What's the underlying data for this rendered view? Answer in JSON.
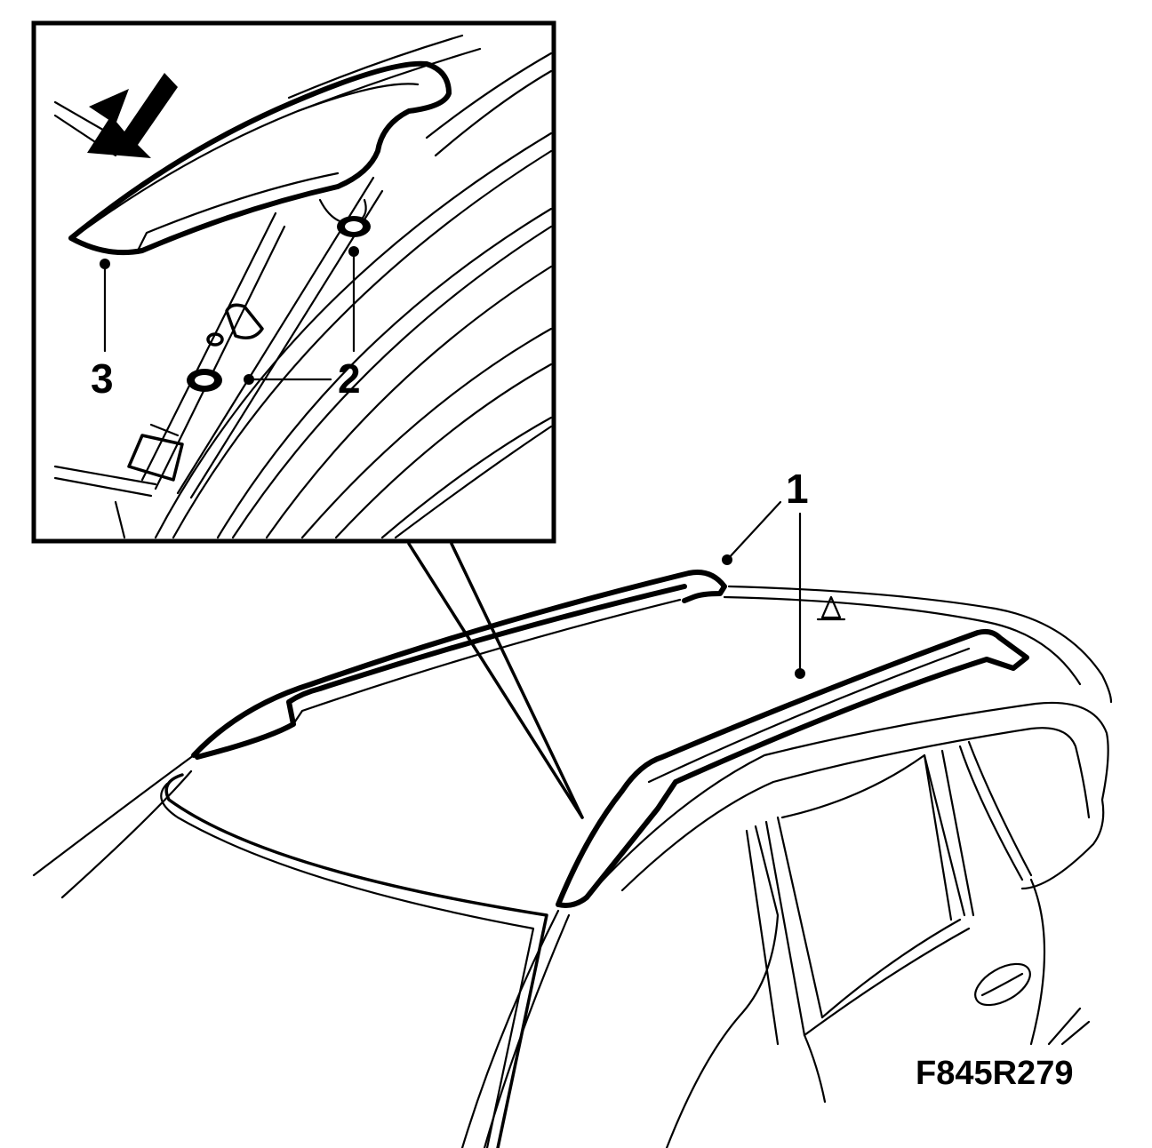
{
  "callouts": {
    "roof_rail": "1",
    "mounting_point": "2",
    "rail_end_cap": "3"
  },
  "figure_code": "F845R279"
}
